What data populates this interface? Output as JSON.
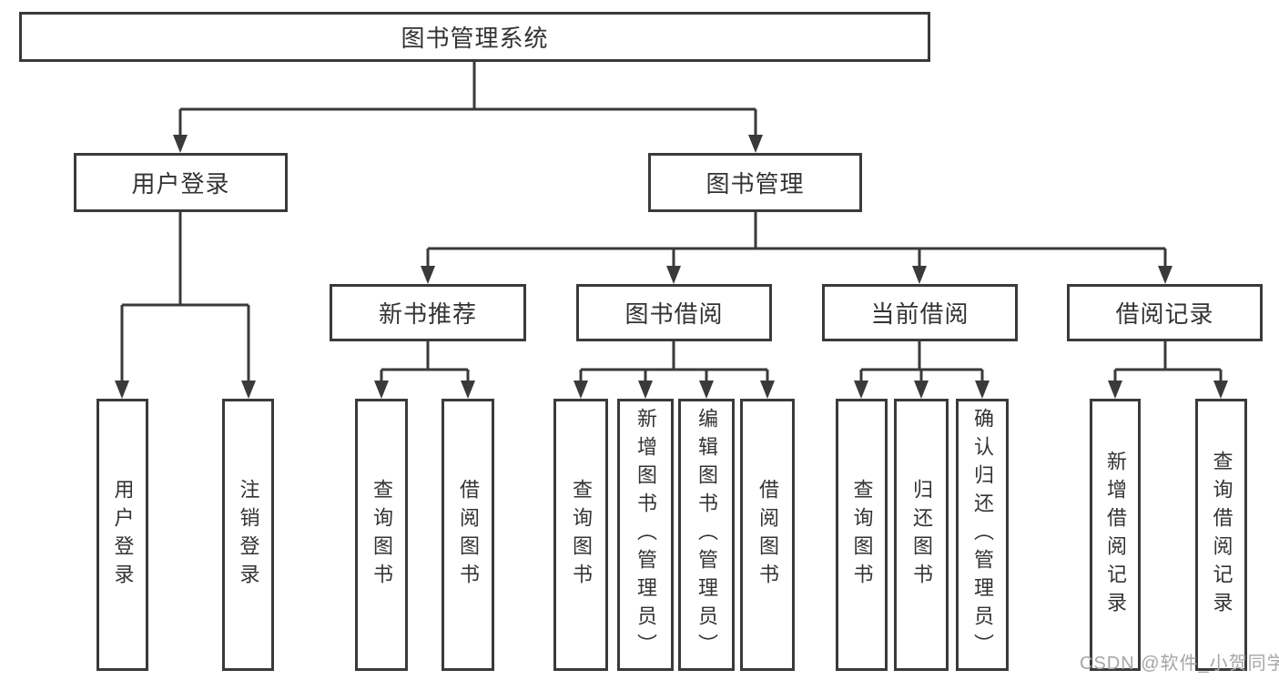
{
  "diagram": {
    "root": {
      "label": "图书管理系统"
    },
    "level2": [
      {
        "label": "用户登录",
        "children": [
          {
            "label": "用户登录"
          },
          {
            "label": "注销登录"
          }
        ]
      },
      {
        "label": "图书管理",
        "children": [
          {
            "label": "新书推荐",
            "children": [
              {
                "label": "查询图书"
              },
              {
                "label": "借阅图书"
              }
            ]
          },
          {
            "label": "图书借阅",
            "children": [
              {
                "label": "查询图书"
              },
              {
                "label": "新增图书（管理员）"
              },
              {
                "label": "编辑图书（管理员）"
              },
              {
                "label": "借阅图书"
              }
            ]
          },
          {
            "label": "当前借阅",
            "children": [
              {
                "label": "查询图书"
              },
              {
                "label": "归还图书"
              },
              {
                "label": "确认归还（管理员）"
              }
            ]
          },
          {
            "label": "借阅记录",
            "children": [
              {
                "label": "新增借阅记录"
              },
              {
                "label": "查询借阅记录"
              }
            ]
          }
        ]
      }
    ]
  },
  "watermark": {
    "text": "CSDN @软件_小贺同学"
  },
  "colors": {
    "line": "#3a3a3a",
    "text": "#333333",
    "watermark": "#a6a6a6",
    "background": "#ffffff"
  }
}
